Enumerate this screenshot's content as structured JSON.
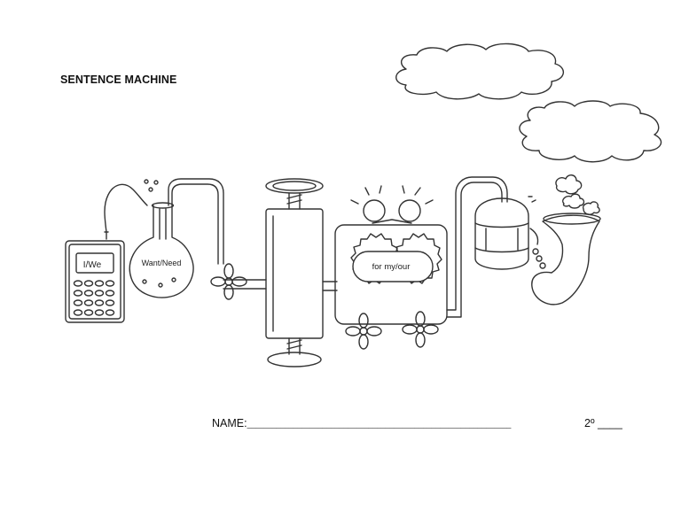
{
  "worksheet": {
    "title": "SENTENCE MACHINE",
    "labels": {
      "phone": "I/We",
      "flask": "Want/Need",
      "gears": "for my/our"
    },
    "name_field": {
      "label": "NAME:",
      "blank": "_______________________________________________________________"
    },
    "grade_field": {
      "label": "2º",
      "blank": "____"
    }
  }
}
